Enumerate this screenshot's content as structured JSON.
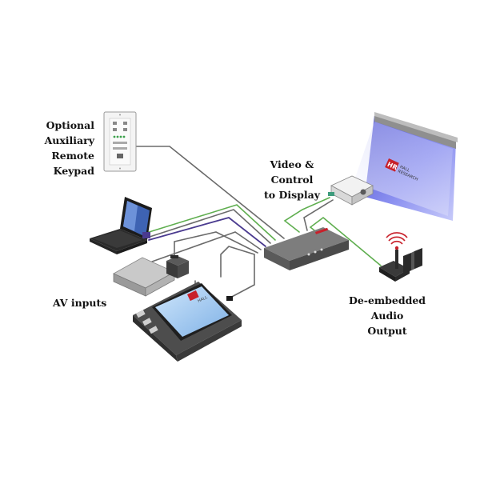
{
  "labels": {
    "keypad": [
      "Optional",
      "Auxiliary",
      "Remote",
      "Keypad"
    ],
    "video_control": [
      "Video & Control",
      "to Display"
    ],
    "av_inputs": "AV inputs",
    "audio_output": [
      "De-embedded Audio",
      "Output"
    ]
  },
  "brand": {
    "logo_mark": "HR",
    "line1": "HALL",
    "line2": "RESEARCH"
  },
  "colors": {
    "cable_gray": "#6b6b6b",
    "cable_green": "#5fae4f",
    "cable_purple": "#4a3a8f",
    "screen_blue": "#5b5fd6",
    "logo_red": "#c8202a",
    "device_dark": "#5a5a5a"
  },
  "icons": [
    "wall-keypad-icon",
    "laptop-icon",
    "disc-player-icon",
    "power-adapter-icon",
    "touch-panel-icon",
    "matrix-switcher-icon",
    "projector-icon",
    "projection-screen-icon",
    "wireless-transmitter-icon"
  ]
}
